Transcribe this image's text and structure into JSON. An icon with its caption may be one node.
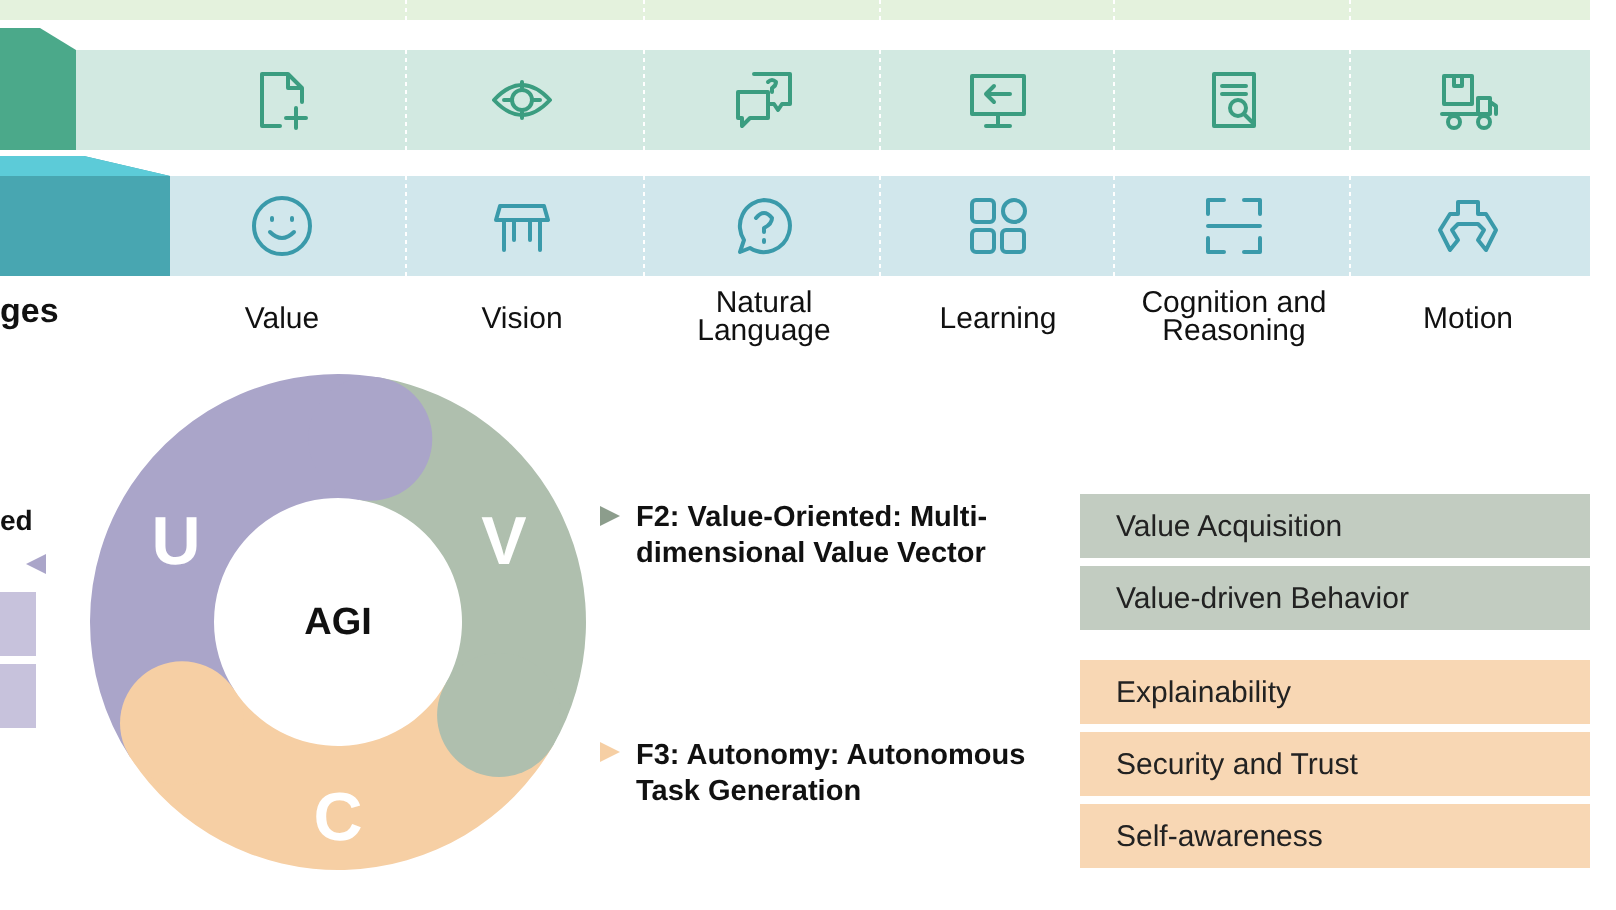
{
  "diagram": {
    "nodes": [
      {
        "text": [
          "Value Acquisition"
        ]
      },
      {
        "text": [
          "Value-driven Behavior"
        ]
      },
      {
        "text": [
          "Explainability"
        ]
      },
      {
        "text": [
          "Security and Trust"
        ]
      },
      {
        "text": [
          "Self-awareness"
        ]
      },
      {
        "text": [],
        "shape": "box"
      },
      {
        "text": [],
        "shape": "box"
      }
    ],
    "labels": [
      "ges",
      "Value",
      "Vision",
      "Natural Language",
      "Learning",
      "Cognition and Reasoning",
      "Motion",
      "ed",
      "U",
      "V",
      "AGI",
      "C",
      "F2: Value-Oriented: Multi-dimensional Value Vector",
      "F3: Autonomy: Autonomous Task Generation"
    ]
  }
}
